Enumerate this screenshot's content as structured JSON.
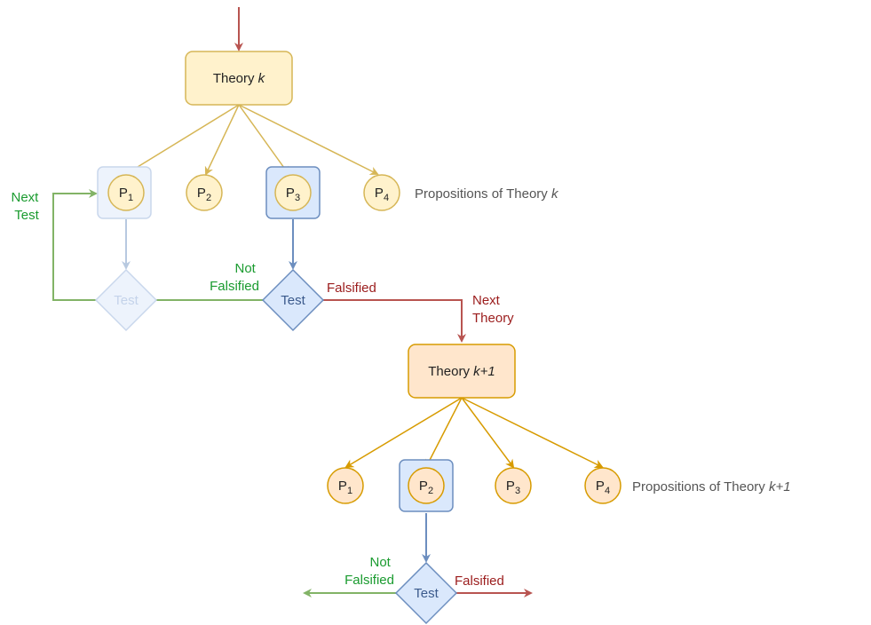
{
  "colors": {
    "theory_fill": "#fff2cc",
    "theory_stroke": "#d6b656",
    "theory2_fill": "#ffe6cc",
    "theory2_stroke": "#d79b00",
    "prop_stroke": "#d6b656",
    "highlight_fill": "#dae8fc",
    "highlight_stroke": "#6c8ebf",
    "green": "#82b366",
    "green_text": "#1a9b2f",
    "red": "#b85450",
    "red_text": "#9b1c1c"
  },
  "theory1": {
    "label": "Theory",
    "italic": "k"
  },
  "theory2": {
    "label": "Theory",
    "italic": "k+1"
  },
  "props1": [
    {
      "p": "P",
      "sub": "1"
    },
    {
      "p": "P",
      "sub": "2"
    },
    {
      "p": "P",
      "sub": "3"
    },
    {
      "p": "P",
      "sub": "4"
    }
  ],
  "props2": [
    {
      "p": "P",
      "sub": "1"
    },
    {
      "p": "P",
      "sub": "2"
    },
    {
      "p": "P",
      "sub": "3"
    },
    {
      "p": "P",
      "sub": "4"
    }
  ],
  "props1_caption": {
    "text": "Propositions of Theory",
    "italic": "k"
  },
  "props2_caption": {
    "text": "Propositions of Theory",
    "italic": "k+1"
  },
  "test_label": "Test",
  "next_test": {
    "line1": "Next",
    "line2": "Test"
  },
  "not_falsified": {
    "line1": "Not",
    "line2": "Falsified"
  },
  "falsified": "Falsified",
  "next_theory": {
    "line1": "Next",
    "line2": "Theory"
  }
}
